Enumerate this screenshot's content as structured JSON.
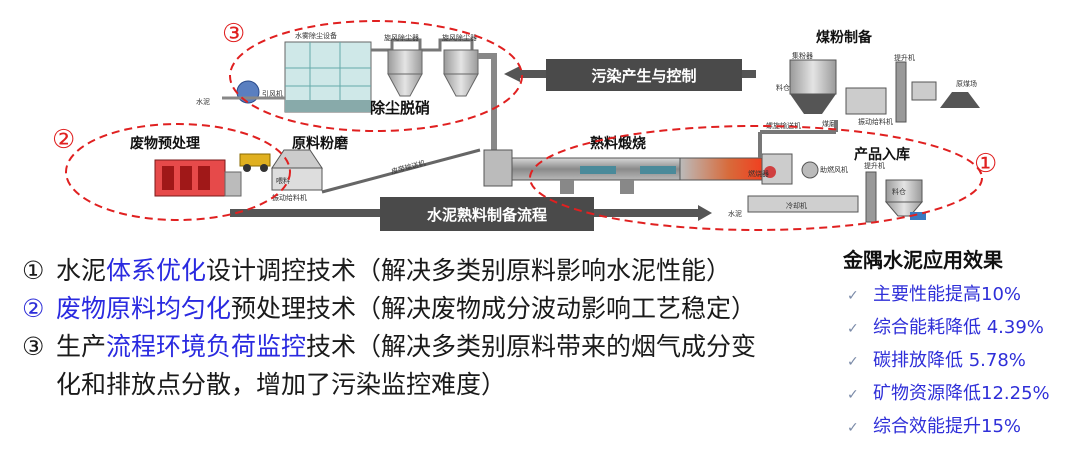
{
  "diagram": {
    "label_dust": "除尘脱硝",
    "label_pollution": "污染产生与控制",
    "label_coal": "煤粉制备",
    "label_waste": "废物预处理",
    "label_raw_grind": "原料粉磨",
    "label_clinker": "熟料煅烧",
    "label_storage": "产品入库",
    "label_process": "水泥熟料制备流程",
    "marker_1": "①",
    "marker_2": "②",
    "marker_3": "③",
    "small": {
      "water_dust": "水雾除尘设备",
      "cyclone1": "旋风除尘器",
      "cyclone2": "旋风除尘器",
      "fan": "引风机",
      "cement": "水泥",
      "raw_coal": "原煤场",
      "coal_bin": "集粉器",
      "lift": "提升机",
      "feed": "料仓",
      "coal_mill": "煤磨",
      "vib": "振动给料机",
      "screw": "螺旋输送机",
      "burner": "燃烧器",
      "aux_fan": "助燃风机",
      "lift2": "提升机",
      "feed2": "料仓",
      "cooler": "冷却机",
      "cement2": "水泥",
      "belt": "皮带输送机",
      "feed3": "喂料",
      "feed4": "振动给料机"
    }
  },
  "technologies": [
    {
      "num": "①",
      "pre": "水泥",
      "hl": "体系优化",
      "post": "设计调控技术（解决多类别原料影响水泥性能）"
    },
    {
      "num": "②",
      "pre": "",
      "hl": "废物原料均匀化",
      "post": "预处理技术（解决废物成分波动影响工艺稳定）"
    },
    {
      "num": "③",
      "pre": "生产",
      "hl": "流程环境负荷监控",
      "post": "技术（解决多类别原料带来的烟气成分变",
      "cont": "化和排放点分散，增加了污染监控难度）"
    }
  ],
  "effects": {
    "title": "金隅水泥应用效果",
    "items": [
      "主要性能提高10%",
      "综合能耗降低 4.39%",
      "碳排放降低 5.78%",
      "矿物资源降低12.25%",
      "综合效能提升15%"
    ]
  },
  "colors": {
    "accent_blue": "#2a2ae0",
    "dashed_red": "#e02020",
    "arrow_grey": "#555555"
  }
}
